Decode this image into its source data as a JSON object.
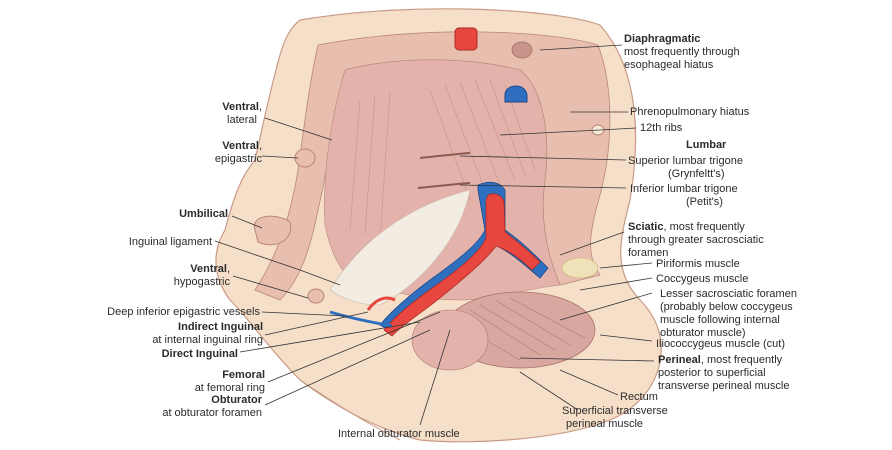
{
  "labels": {
    "diaphragmatic": {
      "title": "Diaphragmatic",
      "l1": "most frequently through",
      "l2": "esophageal hiatus"
    },
    "phrenopulmonary": "Phrenopulmonary hiatus",
    "ribs": "12th ribs",
    "lumbar": "Lumbar",
    "superior_lumbar": {
      "l1": "Superior lumbar trigone",
      "l2": "(Grynfeltt's)"
    },
    "inferior_lumbar": {
      "l1": "Inferior lumbar trigone",
      "l2": "(Petit's)"
    },
    "sciatic": {
      "title": "Sciatic",
      "l1": "most frequently",
      "l2": "through greater sacrosciatic",
      "l3": "foramen"
    },
    "piriformis": "Piriformis muscle",
    "coccygeus": "Coccygeus muscle",
    "lesser_foramen": {
      "l1": "Lesser sacrosciatic foramen",
      "l2": "(probably below coccygeus",
      "l3": "muscle following internal",
      "l4": "obturator muscle)"
    },
    "iliococcygeus": "Iliococcygeus muscle (cut)",
    "perineal": {
      "title": "Perineal",
      "l1": "most frequently",
      "l2": "posterior to superficial",
      "l3": "transverse perineal muscle"
    },
    "rectum": "Rectum",
    "superficial_transverse": {
      "l1": "Superficial transverse",
      "l2": "perineal muscle"
    },
    "internal_obturator": "Internal obturator muscle",
    "ventral_lateral": {
      "title": "Ventral",
      "l1": "lateral"
    },
    "ventral_epigastric": {
      "title": "Ventral",
      "l1": "epigastric"
    },
    "umbilical": "Umbilical",
    "inguinal_ligament": "Inguinal ligament",
    "ventral_hypogastric": {
      "title": "Ventral",
      "l1": "hypogastric"
    },
    "deep_inferior_epigastric": "Deep inferior epigastric vessels",
    "indirect_inguinal": {
      "title": "Indirect Inguinal",
      "l1": "at internal inguinal ring"
    },
    "direct_inguinal": "Direct Inguinal",
    "femoral": {
      "title": "Femoral",
      "l1": "at femoral ring"
    },
    "obturator": {
      "title": "Obturator",
      "l1": "at obturator foramen"
    }
  },
  "colors": {
    "skin": "#f6dfc9",
    "wall": "#e8bfae",
    "inner": "#d9a7a0",
    "artery": "#e8473f",
    "vein": "#2f6fc0",
    "line": "#333333"
  }
}
